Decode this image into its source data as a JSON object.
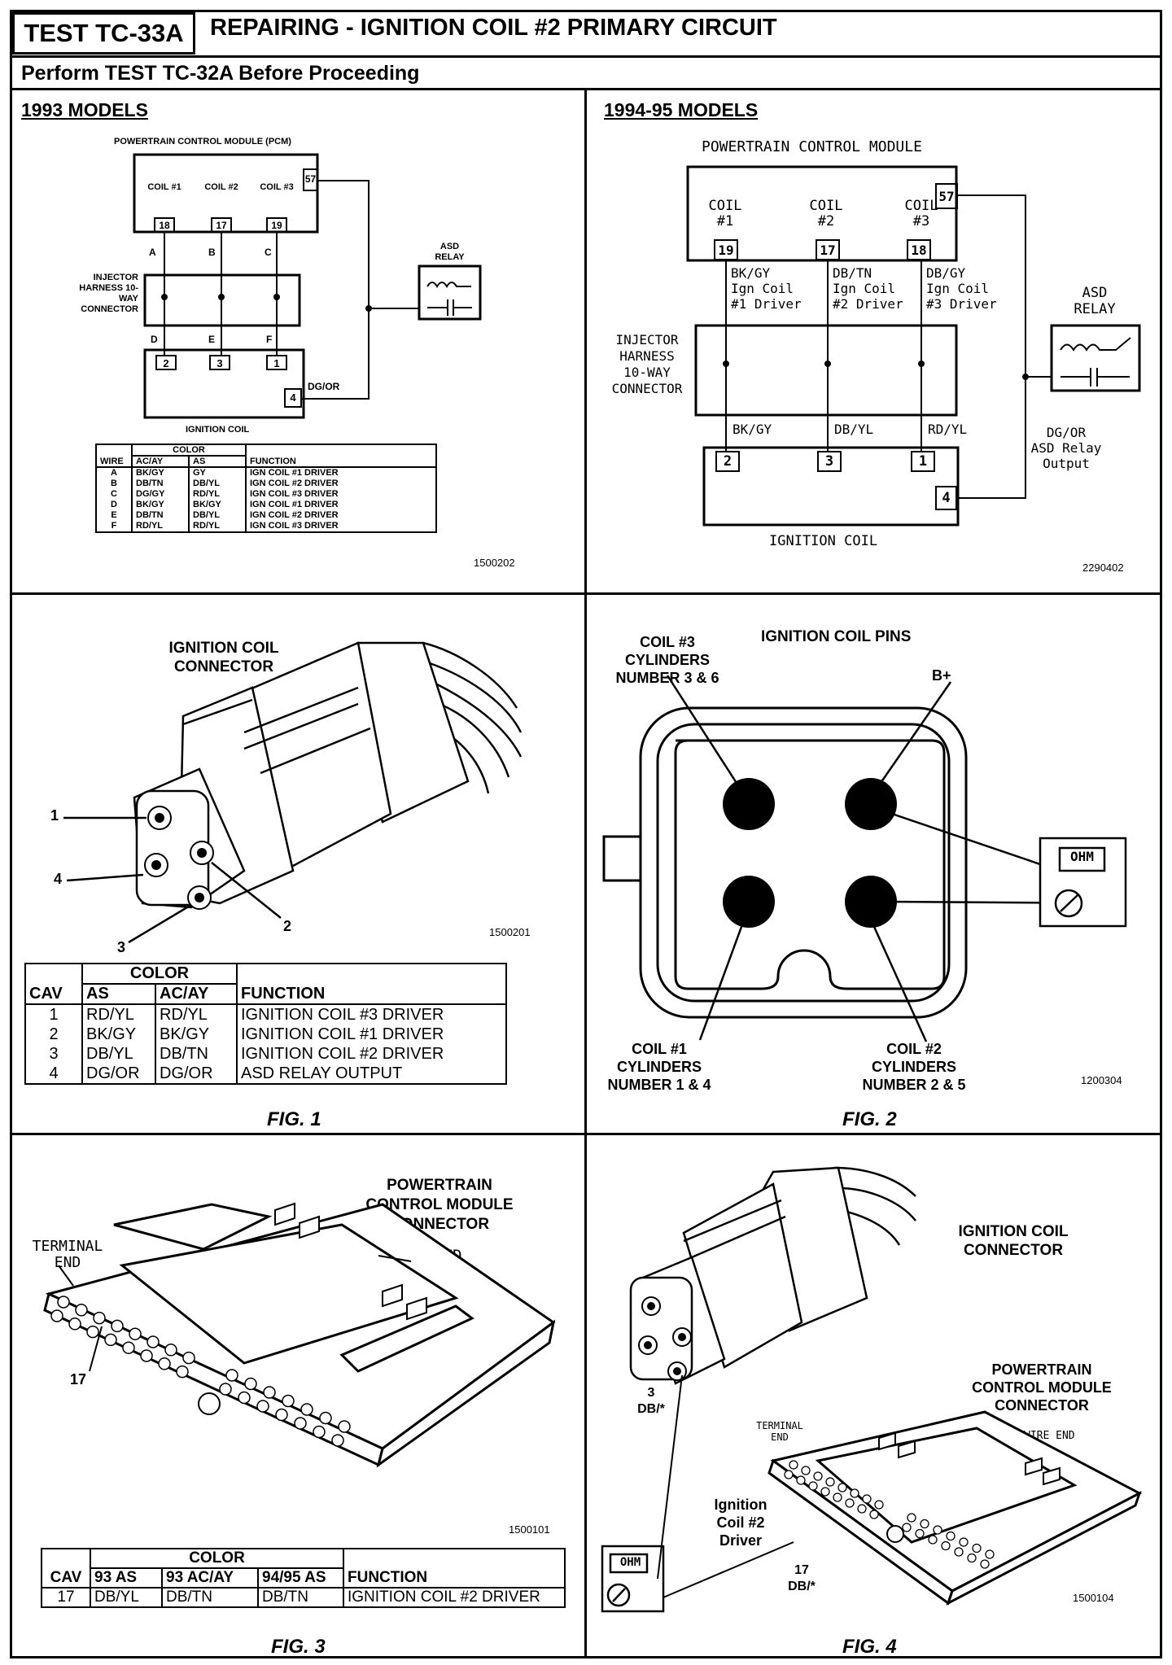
{
  "header": {
    "test_id": "TEST TC-33A",
    "title": "REPAIRING - IGNITION COIL #2 PRIMARY CIRCUIT",
    "subtitle": "Perform TEST TC-32A Before Proceeding"
  },
  "models_1993": {
    "heading": "1993 MODELS",
    "pcm_label": "POWERTRAIN CONTROL MODULE (PCM)",
    "coils": [
      "COIL #1",
      "COIL #2",
      "COIL #3"
    ],
    "pcm_pins": [
      "18",
      "17",
      "19"
    ],
    "pin57": "57",
    "letters_top": [
      "A",
      "B",
      "C"
    ],
    "letters_bottom": [
      "D",
      "E",
      "F"
    ],
    "injector_label": "INJECTOR HARNESS 10-WAY CONNECTOR",
    "asd_relay": "ASD RELAY",
    "coil_pins": [
      "2",
      "3",
      "1"
    ],
    "pin4": "4",
    "dgor": "DG/OR",
    "ignition_coil": "IGNITION COIL",
    "table_header": {
      "wire": "WIRE",
      "color": "COLOR",
      "acay": "AC/AY",
      "as": "AS",
      "function": "FUNCTION"
    },
    "table_rows": [
      {
        "wire": "A",
        "acay": "BK/GY",
        "as": "GY",
        "function": "IGN COIL #1 DRIVER"
      },
      {
        "wire": "B",
        "acay": "DB/TN",
        "as": "DB/YL",
        "function": "IGN COIL #2 DRIVER"
      },
      {
        "wire": "C",
        "acay": "DG/GY",
        "as": "RD/YL",
        "function": "IGN COIL #3 DRIVER"
      },
      {
        "wire": "D",
        "acay": "BK/GY",
        "as": "BK/GY",
        "function": "IGN COIL #1 DRIVER"
      },
      {
        "wire": "E",
        "acay": "DB/TN",
        "as": "DB/YL",
        "function": "IGN COIL #2 DRIVER"
      },
      {
        "wire": "F",
        "acay": "RD/YL",
        "as": "RD/YL",
        "function": "IGN COIL #3 DRIVER"
      }
    ],
    "code": "1500202"
  },
  "models_9495": {
    "heading": "1994-95 MODELS",
    "pcm_label": "POWERTRAIN CONTROL MODULE",
    "coils": [
      [
        "COIL",
        "#1"
      ],
      [
        "COIL",
        "#2"
      ],
      [
        "COIL",
        "#3"
      ]
    ],
    "pcm_pins": [
      "19",
      "17",
      "18"
    ],
    "pin57": "57",
    "wires_top": [
      [
        "BK/GY",
        "Ign Coil",
        "#1 Driver"
      ],
      [
        "DB/TN",
        "Ign Coil",
        "#2 Driver"
      ],
      [
        "DB/GY",
        "Ign Coil",
        "#3 Driver"
      ]
    ],
    "injector_label": [
      "INJECTOR",
      "HARNESS",
      "10-WAY",
      "CONNECTOR"
    ],
    "asd_relay": [
      "ASD",
      "RELAY"
    ],
    "wires_bottom": [
      "BK/GY",
      "DB/YL",
      "RD/YL"
    ],
    "coil_pins": [
      "2",
      "3",
      "1"
    ],
    "pin4": "4",
    "asd_output": [
      "DG/OR",
      "ASD Relay",
      "Output"
    ],
    "ignition_coil": "IGNITION COIL",
    "code": "2290402"
  },
  "fig1": {
    "label": [
      "IGNITION COIL",
      "CONNECTOR"
    ],
    "callouts": [
      "1",
      "4",
      "3",
      "2"
    ],
    "code": "1500201",
    "table_header": {
      "cav": "CAV",
      "color": "COLOR",
      "as": "AS",
      "acay": "AC/AY",
      "function": "FUNCTION"
    },
    "rows": [
      {
        "cav": "1",
        "as": "RD/YL",
        "acay": "RD/YL",
        "function": "IGNITION COIL #3 DRIVER"
      },
      {
        "cav": "2",
        "as": "BK/GY",
        "acay": "BK/GY",
        "function": "IGNITION COIL #1 DRIVER"
      },
      {
        "cav": "3",
        "as": "DB/YL",
        "acay": "DB/TN",
        "function": "IGNITION COIL #2 DRIVER"
      },
      {
        "cav": "4",
        "as": "DG/OR",
        "acay": "DG/OR",
        "function": "ASD RELAY OUTPUT"
      }
    ],
    "caption": "FIG. 1"
  },
  "fig2": {
    "title": "IGNITION COIL PINS",
    "coil3": [
      "COIL #3",
      "CYLINDERS",
      "NUMBER 3 & 6"
    ],
    "bplus": "B+",
    "coil1": [
      "COIL #1",
      "CYLINDERS",
      "NUMBER 1 & 4"
    ],
    "coil2": [
      "COIL #2",
      "CYLINDERS",
      "NUMBER 2 & 5"
    ],
    "ohm": "OHM",
    "code": "1200304",
    "caption": "FIG. 2"
  },
  "fig3": {
    "pcm_label": [
      "POWERTRAIN",
      "CONTROL MODULE",
      "CONNECTOR"
    ],
    "wire_end": "WIRE END",
    "terminal_end": [
      "TERMINAL",
      "END"
    ],
    "pin": "17",
    "code": "1500101",
    "table_header": {
      "cav": "CAV",
      "color": "COLOR",
      "c1": "93 AS",
      "c2": "93 AC/AY",
      "c3": "94/95 AS",
      "function": "FUNCTION"
    },
    "row": {
      "cav": "17",
      "c1": "DB/YL",
      "c2": "DB/TN",
      "c3": "DB/TN",
      "function": "IGNITION COIL #2 DRIVER"
    },
    "caption": "FIG. 3"
  },
  "fig4": {
    "coil_label": [
      "IGNITION COIL",
      "CONNECTOR"
    ],
    "pcm_label": [
      "POWERTRAIN",
      "CONTROL MODULE",
      "CONNECTOR"
    ],
    "terminal_end": [
      "TERMINAL",
      "END"
    ],
    "wire_end": "WIRE END",
    "pin3": [
      "3",
      "DB/*"
    ],
    "ign_driver": [
      "Ignition",
      "Coil #2",
      "Driver"
    ],
    "pin17": [
      "17",
      "DB/*"
    ],
    "ohm": "OHM",
    "code": "1500104",
    "caption": "FIG. 4"
  }
}
